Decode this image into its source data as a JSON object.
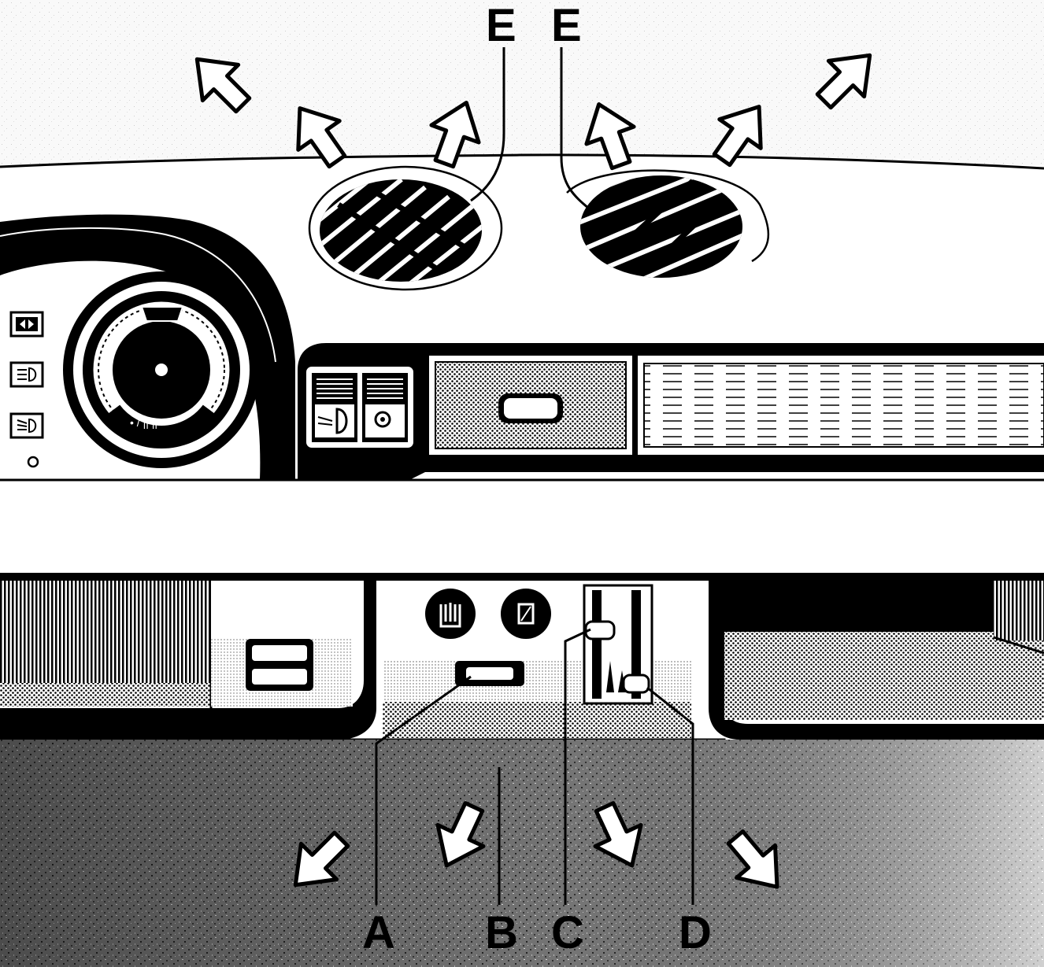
{
  "callouts": {
    "e_left": "E",
    "e_right": "E",
    "a": "A",
    "b": "B",
    "c": "C",
    "d": "D"
  },
  "icons": {
    "switch_icons_left": [
      "indicator-arrows-icon",
      "headlamp-icon",
      "fog-lamp-icon"
    ],
    "dash_switches": [
      "headlamp-leveling-icon",
      "fan-icon"
    ],
    "console_icons": [
      "seat-heater-icon",
      "rear-window-icon"
    ]
  },
  "colors": {
    "ink": "#000000",
    "paper": "#ffffff",
    "floor_gray": "#6e6e6e"
  }
}
